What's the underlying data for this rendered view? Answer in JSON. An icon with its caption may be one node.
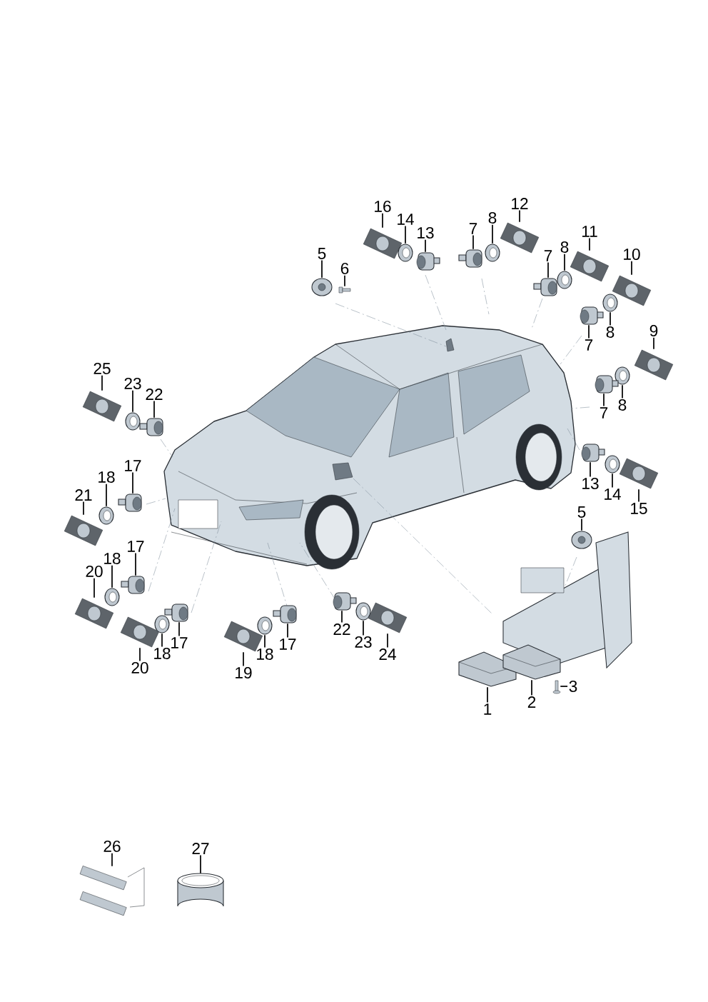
{
  "diagram": {
    "nodes": [
      {
        "text": [
          "1"
        ]
      },
      {
        "text": [
          "2"
        ]
      },
      {
        "text": [
          "3"
        ]
      },
      {
        "text": [
          "5"
        ]
      },
      {
        "text": [
          "6"
        ]
      },
      {
        "text": [
          "16"
        ]
      },
      {
        "text": [
          "14"
        ]
      },
      {
        "text": [
          "13"
        ]
      },
      {
        "text": [
          "7"
        ]
      },
      {
        "text": [
          "8"
        ]
      },
      {
        "text": [
          "12"
        ]
      },
      {
        "text": [
          "11"
        ]
      },
      {
        "text": [
          "7"
        ]
      },
      {
        "text": [
          "8"
        ]
      },
      {
        "text": [
          "10"
        ]
      },
      {
        "text": [
          "8"
        ]
      },
      {
        "text": [
          "7"
        ]
      },
      {
        "text": [
          "9"
        ]
      },
      {
        "text": [
          "8"
        ]
      },
      {
        "text": [
          "7"
        ]
      },
      {
        "text": [
          "13"
        ]
      },
      {
        "text": [
          "14"
        ]
      },
      {
        "text": [
          "15"
        ]
      },
      {
        "text": [
          "25"
        ]
      },
      {
        "text": [
          "23"
        ]
      },
      {
        "text": [
          "22"
        ]
      },
      {
        "text": [
          "17"
        ]
      },
      {
        "text": [
          "18"
        ]
      },
      {
        "text": [
          "21"
        ]
      },
      {
        "text": [
          "17"
        ]
      },
      {
        "text": [
          "18"
        ]
      },
      {
        "text": [
          "20"
        ]
      },
      {
        "text": [
          "20"
        ]
      },
      {
        "text": [
          "18"
        ]
      },
      {
        "text": [
          "17"
        ]
      },
      {
        "text": [
          "19"
        ]
      },
      {
        "text": [
          "18"
        ]
      },
      {
        "text": [
          "17"
        ]
      },
      {
        "text": [
          "22"
        ]
      },
      {
        "text": [
          "23"
        ]
      },
      {
        "text": [
          "24"
        ]
      },
      {
        "text": [
          "5"
        ]
      },
      {
        "text": [
          "26"
        ]
      },
      {
        "text": [
          "27"
        ]
      },
      {
        "text": [],
        "shape": "picture"
      },
      {
        "text": [],
        "shape": "picture"
      },
      {
        "text": [],
        "shape": "picture"
      },
      {
        "text": [],
        "shape": "picture"
      },
      {
        "text": [],
        "shape": "picture"
      },
      {
        "text": [],
        "shape": "picture"
      },
      {
        "text": [],
        "shape": "picture"
      },
      {
        "text": [],
        "shape": "picture"
      },
      {
        "text": [],
        "shape": "picture"
      },
      {
        "text": [],
        "shape": "picture"
      },
      {
        "text": [],
        "shape": "picture"
      },
      {
        "text": [],
        "shape": "picture"
      },
      {
        "text": [],
        "shape": "picture"
      },
      {
        "text": [],
        "shape": "picture"
      },
      {
        "text": [],
        "shape": "picture"
      },
      {
        "text": [],
        "shape": "picture"
      },
      {
        "text": [],
        "shape": "picture"
      },
      {
        "text": [],
        "shape": "picture"
      },
      {
        "text": [],
        "shape": "picture"
      },
      {
        "text": [],
        "shape": "picture"
      },
      {
        "text": [],
        "shape": "picture"
      },
      {
        "text": [],
        "shape": "picture"
      },
      {
        "text": [],
        "shape": "picture"
      },
      {
        "text": [],
        "shape": "picture"
      },
      {
        "text": [],
        "shape": "picture"
      },
      {
        "text": [],
        "shape": "picture"
      },
      {
        "text": [],
        "shape": "picture"
      },
      {
        "text": [],
        "shape": "picture"
      },
      {
        "text": [],
        "shape": "picture"
      },
      {
        "text": [],
        "shape": "picture"
      },
      {
        "text": [],
        "shape": "picture"
      },
      {
        "text": [],
        "shape": "picture"
      },
      {
        "text": [],
        "shape": "picture"
      },
      {
        "text": [],
        "shape": "picture"
      },
      {
        "text": [],
        "shape": "picture"
      },
      {
        "text": [],
        "shape": "picture"
      },
      {
        "text": [],
        "shape": "picture"
      },
      {
        "text": [],
        "shape": "picture"
      },
      {
        "text": [],
        "shape": "picture"
      },
      {
        "text": [],
        "shape": "picture"
      },
      {
        "text": [],
        "shape": "picture"
      },
      {
        "text": [],
        "shape": "picture"
      },
      {
        "text": [],
        "shape": "picture"
      },
      {
        "text": [],
        "shape": "cylinder"
      }
    ],
    "edges": [
      {
        "from": 0,
        "to": 44,
        "arrow": "none"
      },
      {
        "from": 1,
        "to": 45,
        "arrow": "none"
      },
      {
        "from": 2,
        "to": 46,
        "arrow": "none"
      },
      {
        "from": 3,
        "to": 47,
        "arrow": "none"
      },
      {
        "from": 4,
        "to": 48,
        "arrow": "none"
      },
      {
        "from": 5,
        "to": 49,
        "arrow": "none"
      },
      {
        "from": 6,
        "to": 50,
        "arrow": "none"
      },
      {
        "from": 7,
        "to": 51,
        "arrow": "none"
      },
      {
        "from": 8,
        "to": 52,
        "arrow": "none"
      },
      {
        "from": 9,
        "to": 53,
        "arrow": "none"
      },
      {
        "from": 10,
        "to": 54,
        "arrow": "none"
      },
      {
        "from": 11,
        "to": 55,
        "arrow": "none"
      },
      {
        "from": 12,
        "to": 56,
        "arrow": "none"
      },
      {
        "from": 13,
        "to": 57,
        "arrow": "none"
      },
      {
        "from": 14,
        "to": 58,
        "arrow": "none"
      },
      {
        "from": 15,
        "to": 59,
        "arrow": "none"
      },
      {
        "from": 16,
        "to": 60,
        "arrow": "none"
      },
      {
        "from": 17,
        "to": 61,
        "arrow": "none"
      },
      {
        "from": 18,
        "to": 62,
        "arrow": "none"
      },
      {
        "from": 19,
        "to": 63,
        "arrow": "none"
      },
      {
        "from": 20,
        "to": 64,
        "arrow": "none"
      },
      {
        "from": 21,
        "to": 65,
        "arrow": "none"
      },
      {
        "from": 22,
        "to": 66,
        "arrow": "none"
      },
      {
        "from": 23,
        "to": 67,
        "arrow": "none"
      },
      {
        "from": 24,
        "to": 68,
        "arrow": "none"
      },
      {
        "from": 25,
        "to": 69,
        "arrow": "none"
      },
      {
        "from": 26,
        "to": 70,
        "arrow": "none"
      },
      {
        "from": 27,
        "to": 71,
        "arrow": "none"
      },
      {
        "from": 28,
        "to": 72,
        "arrow": "none"
      },
      {
        "from": 29,
        "to": 73,
        "arrow": "none"
      },
      {
        "from": 30,
        "to": 74,
        "arrow": "none"
      },
      {
        "from": 31,
        "to": 75,
        "arrow": "none"
      },
      {
        "from": 32,
        "to": 76,
        "arrow": "none"
      },
      {
        "from": 33,
        "to": 77,
        "arrow": "none"
      },
      {
        "from": 34,
        "to": 78,
        "arrow": "none"
      },
      {
        "from": 35,
        "to": 79,
        "arrow": "none"
      },
      {
        "from": 36,
        "to": 80,
        "arrow": "none"
      },
      {
        "from": 37,
        "to": 81,
        "arrow": "none"
      },
      {
        "from": 38,
        "to": 82,
        "arrow": "none"
      },
      {
        "from": 39,
        "to": 83,
        "arrow": "none"
      },
      {
        "from": 40,
        "to": 84,
        "arrow": "none"
      },
      {
        "from": 41,
        "to": 85,
        "arrow": "none"
      },
      {
        "from": 42,
        "to": 86,
        "arrow": "none"
      },
      {
        "from": 43,
        "to": 87,
        "arrow": "none"
      }
    ]
  }
}
